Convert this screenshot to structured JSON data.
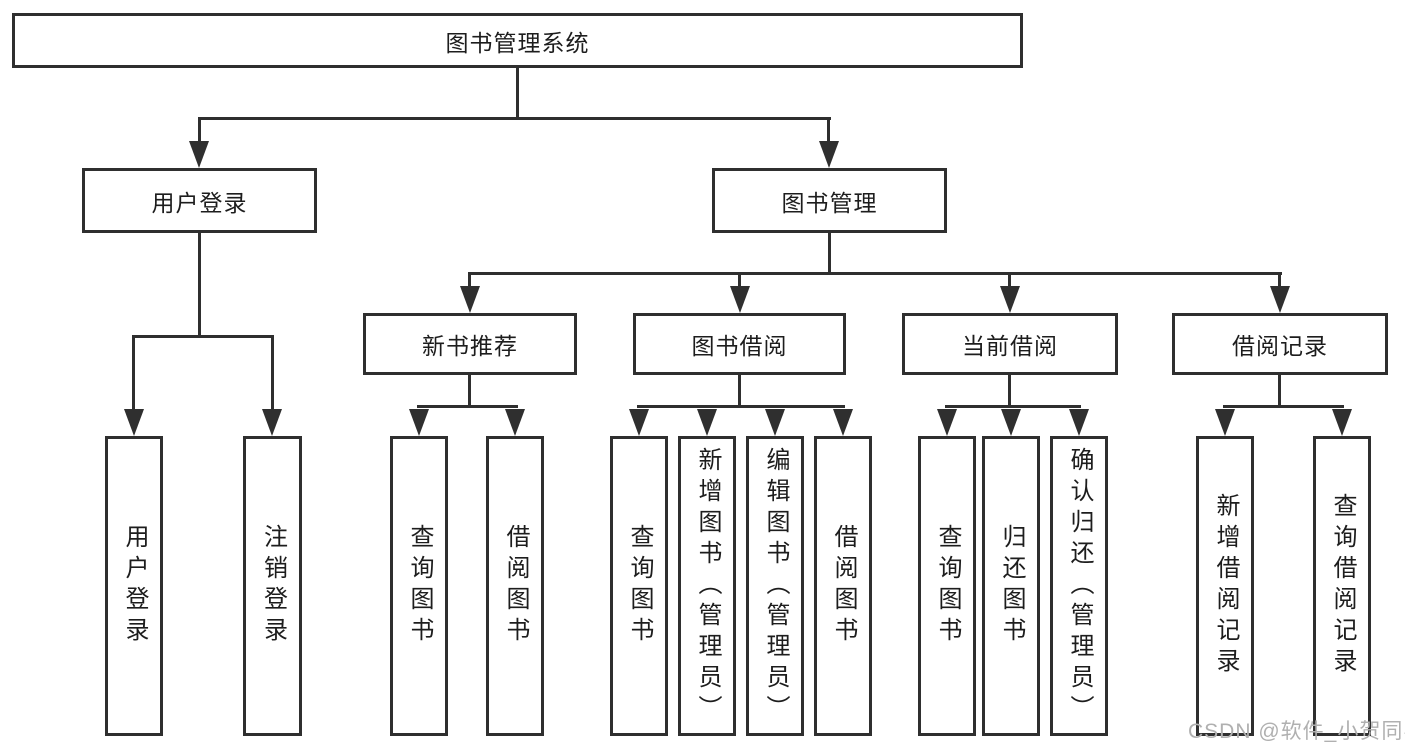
{
  "tree": {
    "label": "图书管理系统",
    "children": [
      {
        "label": "用户登录",
        "children": [
          {
            "label": "用户登录"
          },
          {
            "label": "注销登录"
          }
        ]
      },
      {
        "label": "图书管理",
        "children": [
          {
            "label": "新书推荐",
            "children": [
              {
                "label": "查询图书"
              },
              {
                "label": "借阅图书"
              }
            ]
          },
          {
            "label": "图书借阅",
            "children": [
              {
                "label": "查询图书"
              },
              {
                "label": "新增图书（管理员）"
              },
              {
                "label": "编辑图书（管理员）"
              },
              {
                "label": "借阅图书"
              }
            ]
          },
          {
            "label": "当前借阅",
            "children": [
              {
                "label": "查询图书"
              },
              {
                "label": "归还图书"
              },
              {
                "label": "确认归还（管理员）"
              }
            ]
          },
          {
            "label": "借阅记录",
            "children": [
              {
                "label": "新增借阅记录"
              },
              {
                "label": "查询借阅记录"
              }
            ]
          }
        ]
      }
    ]
  },
  "watermark": {
    "text": "CSDN @软件_小贺同学"
  },
  "colors": {
    "line": "#2f2f2f",
    "text": "#1d1d1d",
    "watermark": "#b0b0b0",
    "background": "#ffffff"
  }
}
